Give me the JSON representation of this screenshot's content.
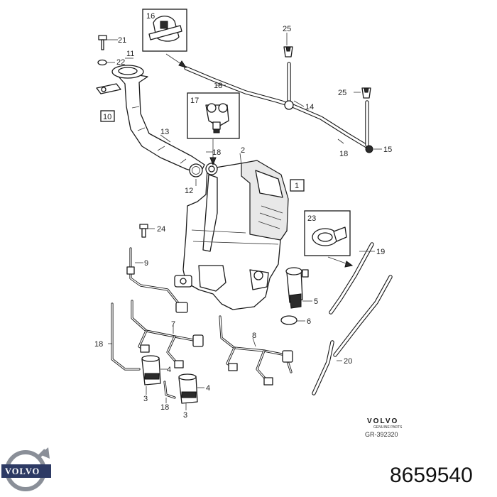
{
  "callouts": {
    "p1": "1",
    "p2": "2",
    "p3a": "3",
    "p3b": "3",
    "p4a": "4",
    "p4b": "4",
    "p5": "5",
    "p6": "6",
    "p7": "7",
    "p8": "8",
    "p9": "9",
    "p10": "10",
    "p11": "11",
    "p12": "12",
    "p13": "13",
    "p14": "14",
    "p15": "15",
    "p16": "16",
    "p17": "17",
    "p18a": "18",
    "p18b": "18",
    "p18c": "18",
    "p18d": "18",
    "p18e": "18",
    "p19": "19",
    "p20": "20",
    "p21": "21",
    "p22": "22",
    "p23": "23",
    "p24": "24",
    "p25a": "25",
    "p25b": "25"
  },
  "brand": {
    "name": "VOLVO",
    "subtitle": "GENUINE PARTS",
    "reference": "GR-392320"
  },
  "logo": {
    "word": "VOLVO",
    "color": "#2d3a64"
  },
  "part_number": "8659540"
}
